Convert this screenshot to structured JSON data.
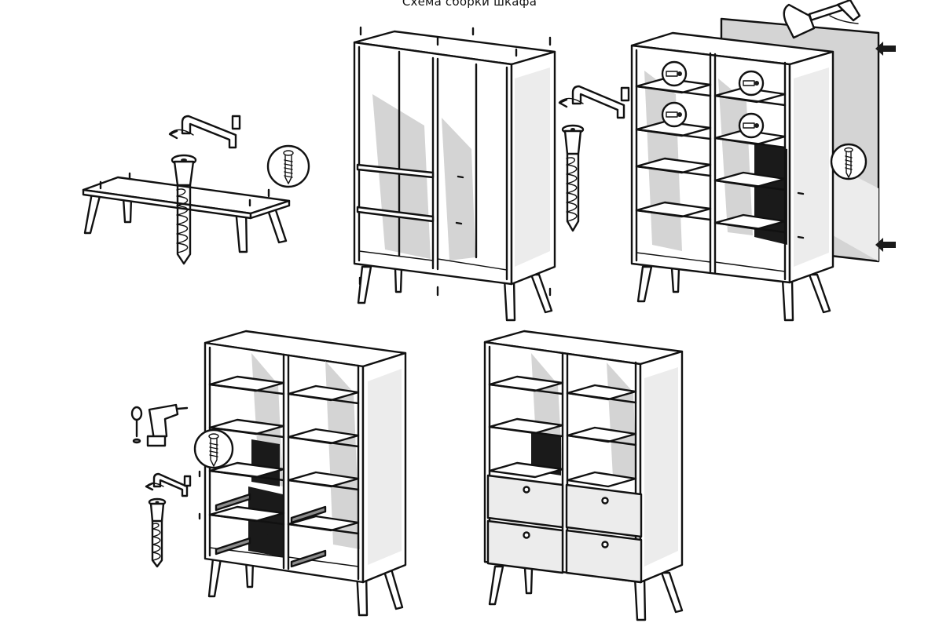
{
  "title": "Схема сборки шкафа",
  "steps": [
    {
      "id": 1,
      "depicts": "base-with-legs",
      "tool": "allen-key",
      "fastener": "confirmat-screw"
    },
    {
      "id": 2,
      "depicts": "carcass-frame",
      "tool": "allen-key",
      "fastener": "confirmat-screw"
    },
    {
      "id": 3,
      "depicts": "shelves-and-back-panel",
      "tool": "hammer",
      "fastener": "nails"
    },
    {
      "id": 4,
      "depicts": "drawer-runners",
      "tool": "screwdriver",
      "fastener": "screws"
    },
    {
      "id": 5,
      "depicts": "assembled-cabinet-with-drawers"
    }
  ]
}
